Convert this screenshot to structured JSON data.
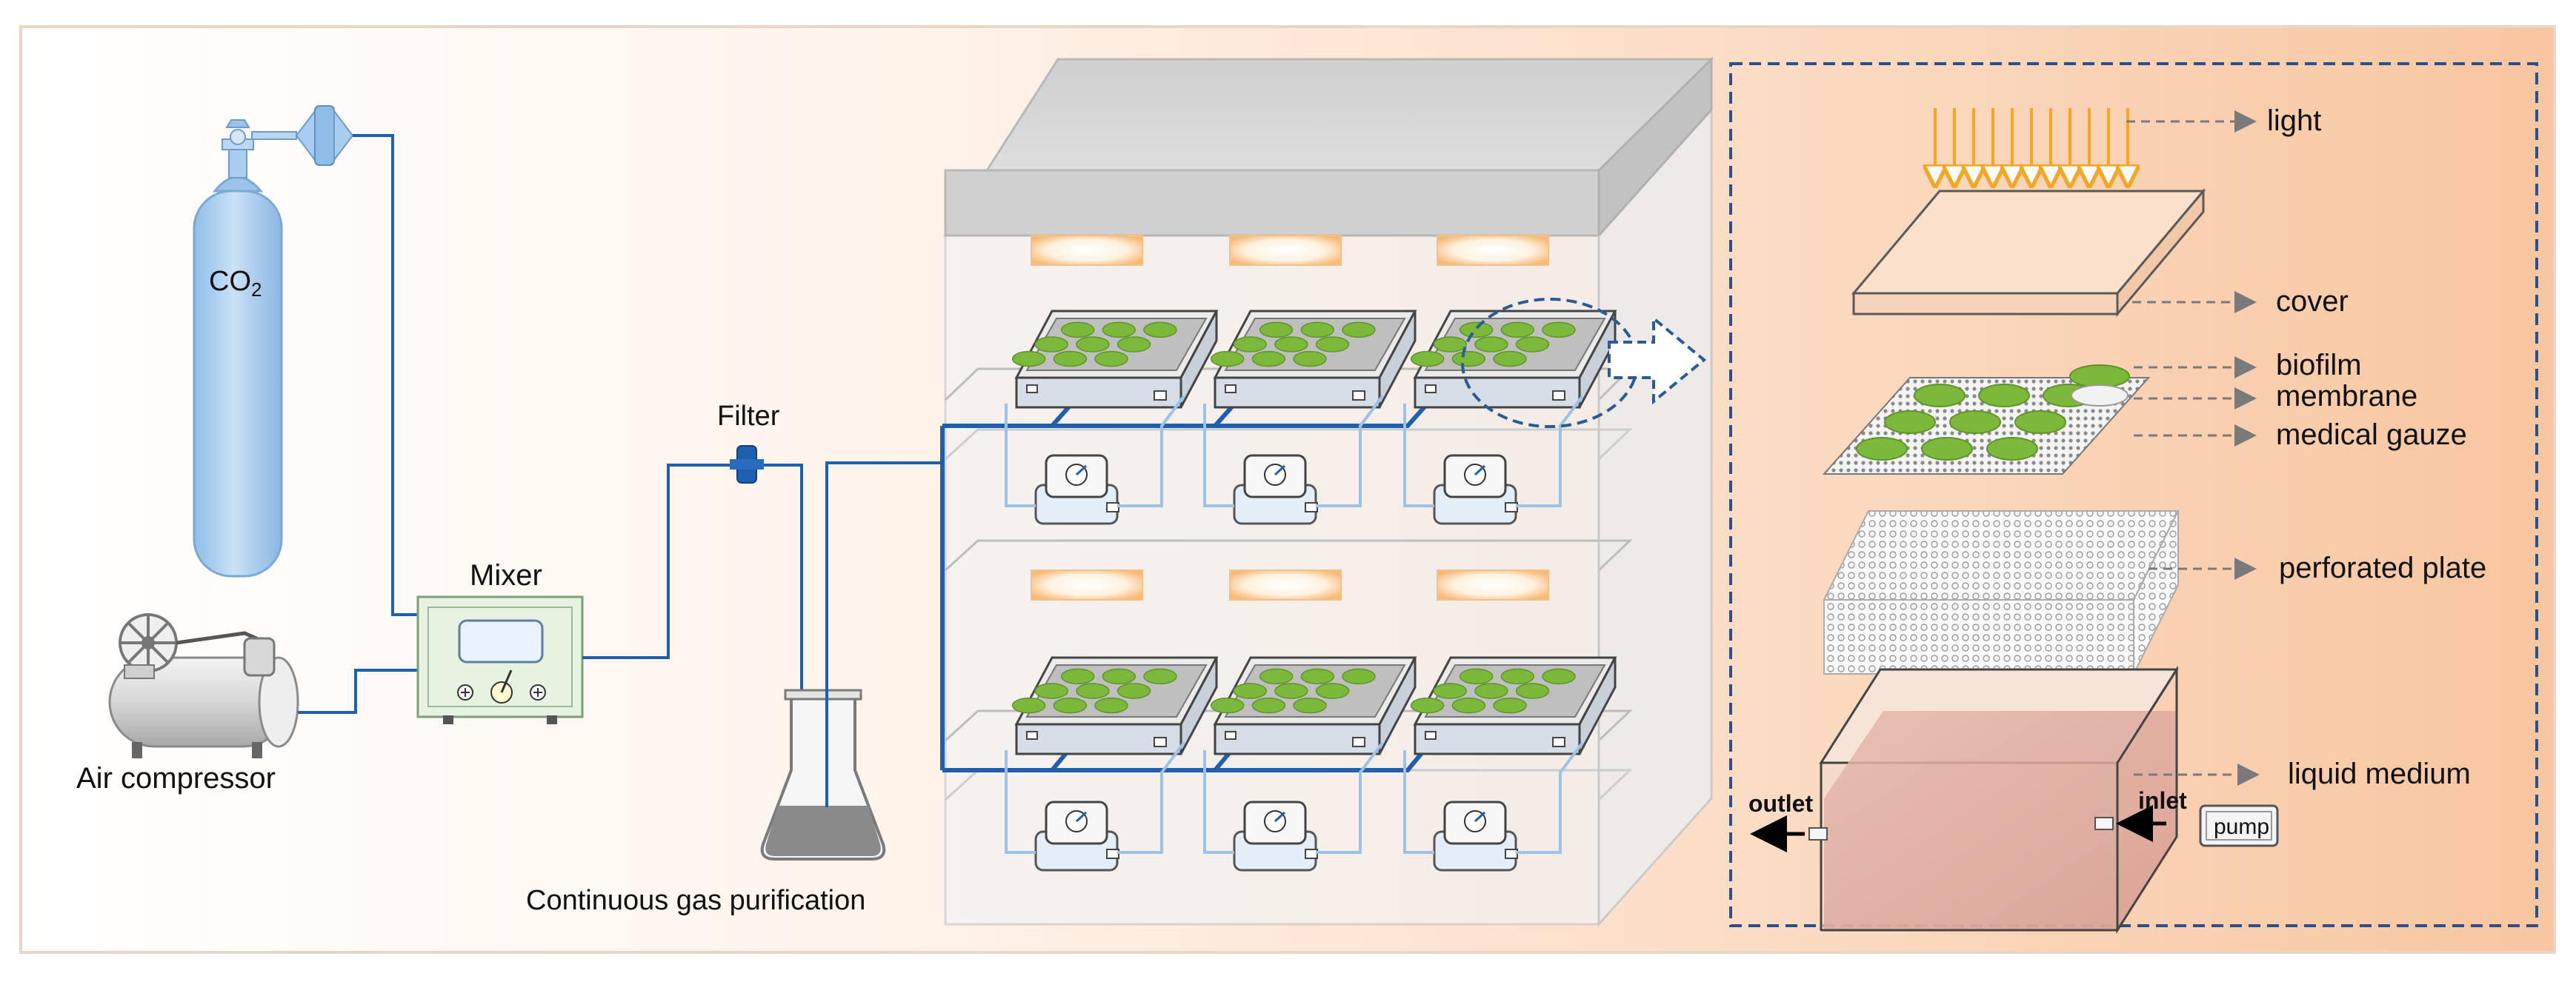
{
  "labels": {
    "co2_main": "CO",
    "co2_sub": "2",
    "air_compressor": "Air compressor",
    "mixer": "Mixer",
    "filter": "Filter",
    "gas_purification": "Continuous gas purification",
    "light": "light",
    "cover": "cover",
    "biofilm": "biofilm",
    "membrane": "membrane",
    "medical_gauze": "medical gauze",
    "perforated_plate": "perforated plate",
    "liquid_medium": "liquid medium",
    "outlet": "outlet",
    "inlet": "inlet",
    "pump": "pump"
  },
  "colors": {
    "tube_blue": "#1f5fb0",
    "cylinder_blue": "#a9cdf0",
    "biofilm_green": "#7cb83a",
    "light_orange": "#f5a623",
    "background_peach": "#fbd9bf",
    "dashed_box": "#2a4f8a",
    "liquid_tint": "#d9a59a"
  }
}
